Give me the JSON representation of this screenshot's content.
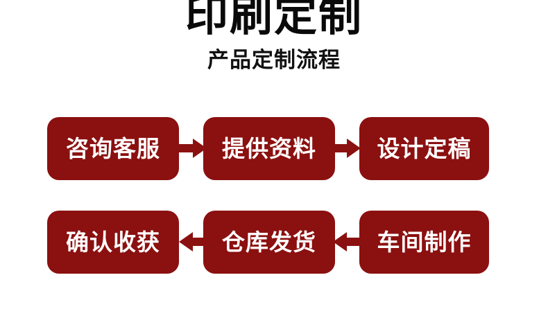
{
  "header": {
    "title": "印刷定制",
    "subtitle": "产品定制流程"
  },
  "colors": {
    "box_fill": "#8b1010",
    "box_text": "#ffffff",
    "arrow": "#8b1010",
    "title_text": "#0a0a0a",
    "background": "#ffffff"
  },
  "flow": {
    "rows": [
      {
        "direction": "right",
        "steps": [
          {
            "label": "咨询客服"
          },
          {
            "label": "提供资料"
          },
          {
            "label": "设计定稿"
          }
        ],
        "arrows": [
          {
            "icon": "arrow-right-icon"
          },
          {
            "icon": "arrow-right-icon"
          }
        ]
      },
      {
        "direction": "left",
        "steps": [
          {
            "label": "确认收获"
          },
          {
            "label": "仓库发货"
          },
          {
            "label": "车间制作"
          }
        ],
        "arrows": [
          {
            "icon": "arrow-left-icon"
          },
          {
            "icon": "arrow-left-icon"
          }
        ]
      }
    ]
  }
}
